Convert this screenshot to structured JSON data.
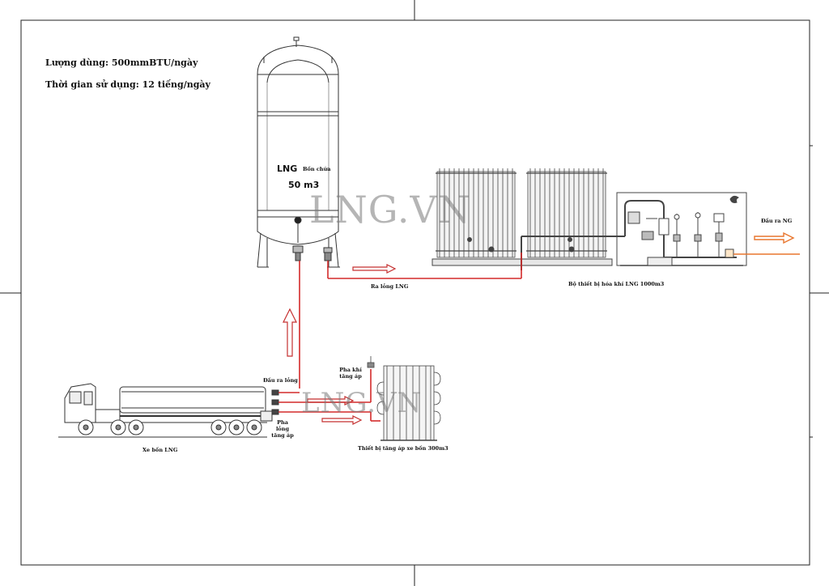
{
  "info": {
    "consumption": "Lượng dùng: 500mmBTU/ngày",
    "usage_time": "Thời gian sử dụng: 12 tiếng/ngày"
  },
  "storage_tank": {
    "product": "LNG",
    "name": "Bồn chứa",
    "capacity": "50 m3"
  },
  "labels": {
    "lng_outlet": "Ra lỏng LNG",
    "vaporizer": "Bộ thiết bị hóa khí LNG 1000m3",
    "ng_outlet": "Đầu ra NG",
    "liquid_outlet": "Đầu ra lỏng",
    "pressure_gas_line_1": "Pha khí",
    "pressure_gas_line_2": "tăng áp",
    "pressure_liquid_line_1": "Pha lỏng",
    "pressure_liquid_line_2": "tăng áp",
    "truck": "Xe bồn LNG",
    "booster": "Thiết bị tăng áp xe bồn 300m3"
  },
  "watermark": "LNG.VN",
  "colors": {
    "liquid_line": "#d42a2a",
    "ng_line": "#e8762e",
    "drawing": "#333333"
  }
}
